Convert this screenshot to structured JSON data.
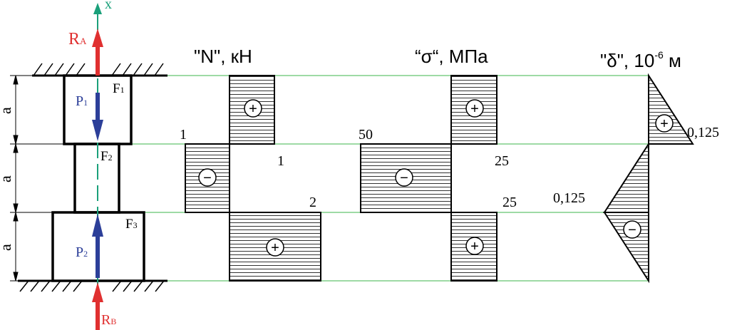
{
  "axis_label": "x",
  "reactions": {
    "top": "R",
    "top_sub": "A",
    "bottom": "R",
    "bottom_sub": "B"
  },
  "loads": {
    "p1": "P",
    "p1_sub": "1",
    "p2": "P",
    "p2_sub": "2"
  },
  "areas": {
    "f1": "F",
    "f1_sub": "1",
    "f2": "F",
    "f2_sub": "2",
    "f3": "F",
    "f3_sub": "3"
  },
  "dimension": "a",
  "diagrams": {
    "n": {
      "title": "\"N\", кН",
      "v1": "1",
      "v2": "1",
      "v3": "2"
    },
    "sigma": {
      "title": "“σ“, МПа",
      "v1": "50",
      "v2": "25",
      "v3": "25"
    },
    "delta": {
      "title_main": "\"δ\", 10",
      "title_exp": "-6",
      "title_unit": " м",
      "v1": "0,125",
      "v2": "0,125"
    }
  },
  "signs": {
    "plus": "+",
    "minus": "−"
  },
  "colors": {
    "reaction": "#e03030",
    "load": "#2c3f99",
    "axis": "#1aa07a",
    "grid": "#3cb44b"
  }
}
